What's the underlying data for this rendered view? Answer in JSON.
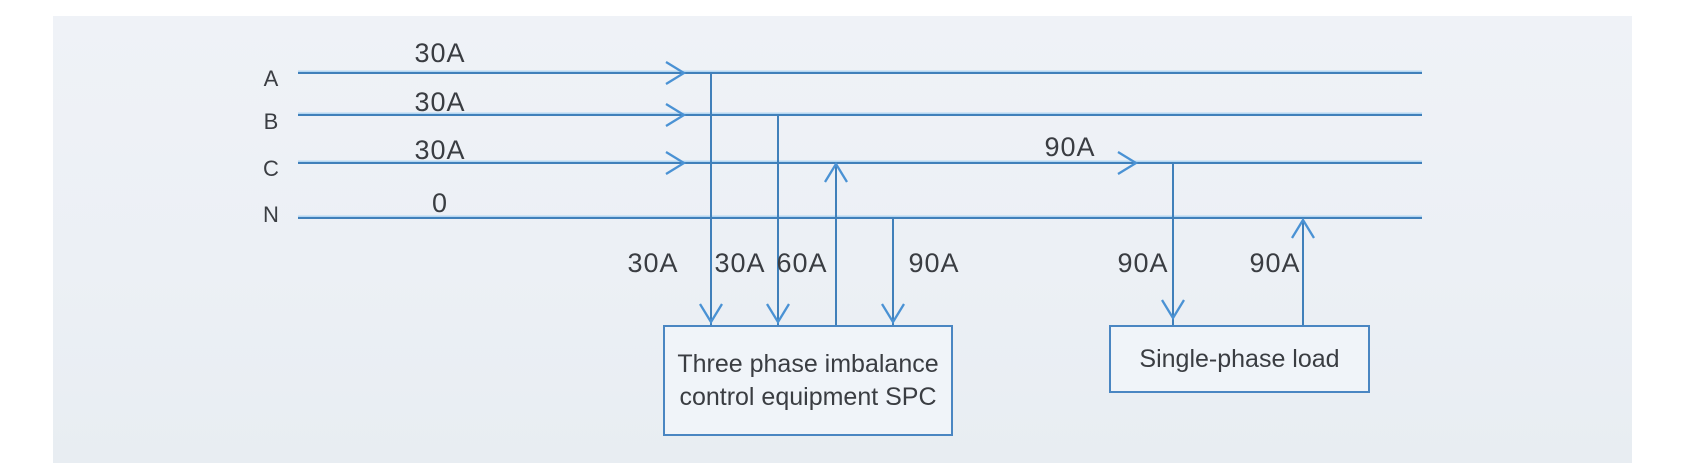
{
  "diagram": {
    "buses": [
      {
        "label": "A",
        "current": "30A"
      },
      {
        "label": "B",
        "current": "30A"
      },
      {
        "label": "C",
        "current": "30A"
      },
      {
        "label": "N",
        "current": "0"
      }
    ],
    "spc_branches": [
      "30A",
      "30A",
      "60A",
      "90A"
    ],
    "c_load_current": "90A",
    "load_branches": [
      "90A",
      "90A"
    ],
    "spc_box": {
      "line1": "Three phase imbalance",
      "line2": "control equipment SPC"
    },
    "load_box": {
      "label": "Single-phase load"
    },
    "colors": {
      "line_blue": "#4080ba",
      "arrow_blue": "#4a92d4",
      "text": "#3a3d42",
      "panel_bg": "#ecf0f5",
      "box_border": "#4a86c2"
    }
  }
}
